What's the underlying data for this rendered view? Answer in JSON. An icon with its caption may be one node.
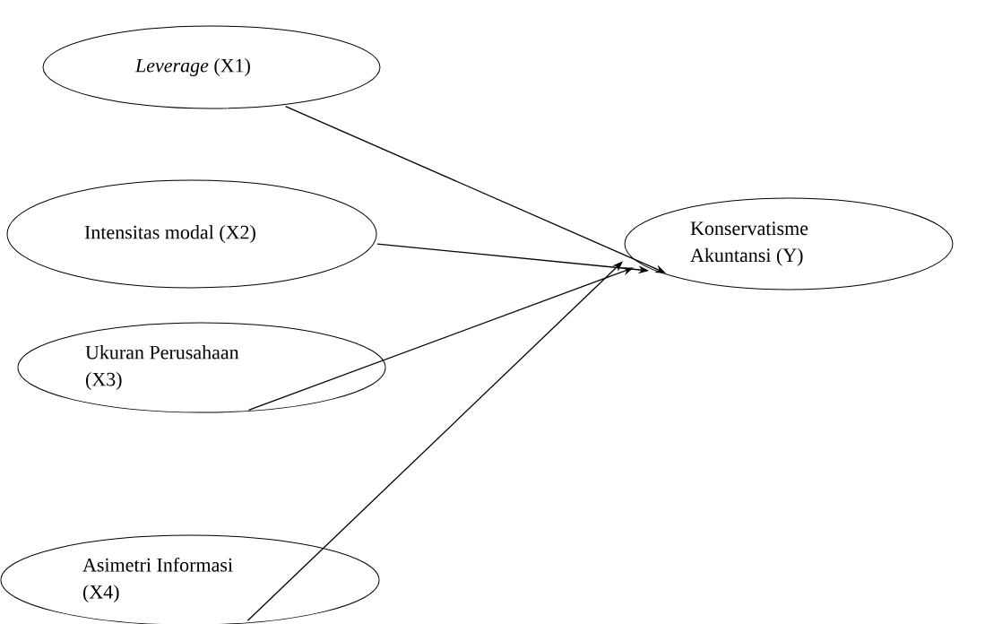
{
  "diagram": {
    "nodes": [
      {
        "text": [
          "*Leverage* (X1)"
        ]
      },
      {
        "text": [
          "Intensitas modal (X2)"
        ]
      },
      {
        "text": [
          "Ukuran Perusahaan (X3)"
        ]
      },
      {
        "text": [
          "Asimetri Informasi (X4)"
        ]
      },
      {
        "text": [
          "Konservatisme Akuntansi (Y)"
        ]
      }
    ],
    "edges": [
      {
        "from": 0,
        "to": 4,
        "arrow": "to"
      },
      {
        "from": 1,
        "to": 4,
        "arrow": "to"
      },
      {
        "from": 2,
        "to": 4,
        "arrow": "to"
      },
      {
        "from": 3,
        "to": 4,
        "arrow": "to"
      }
    ]
  }
}
